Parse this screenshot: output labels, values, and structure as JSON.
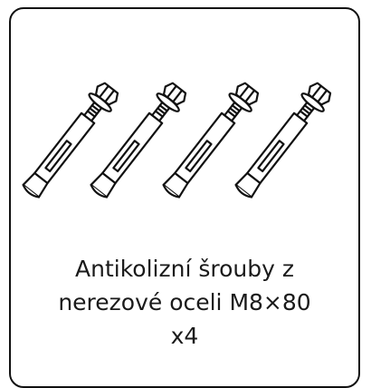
{
  "product": {
    "illustration_icon": "expansion-anchor-bolt-icon",
    "bolt_count_shown": 4,
    "caption_lines": [
      "Antikolizní šrouby z",
      "nerezové oceli M8×80",
      "x4"
    ]
  },
  "colors": {
    "outline": "#111111",
    "text": "#1a1a1a",
    "background": "#ffffff"
  }
}
